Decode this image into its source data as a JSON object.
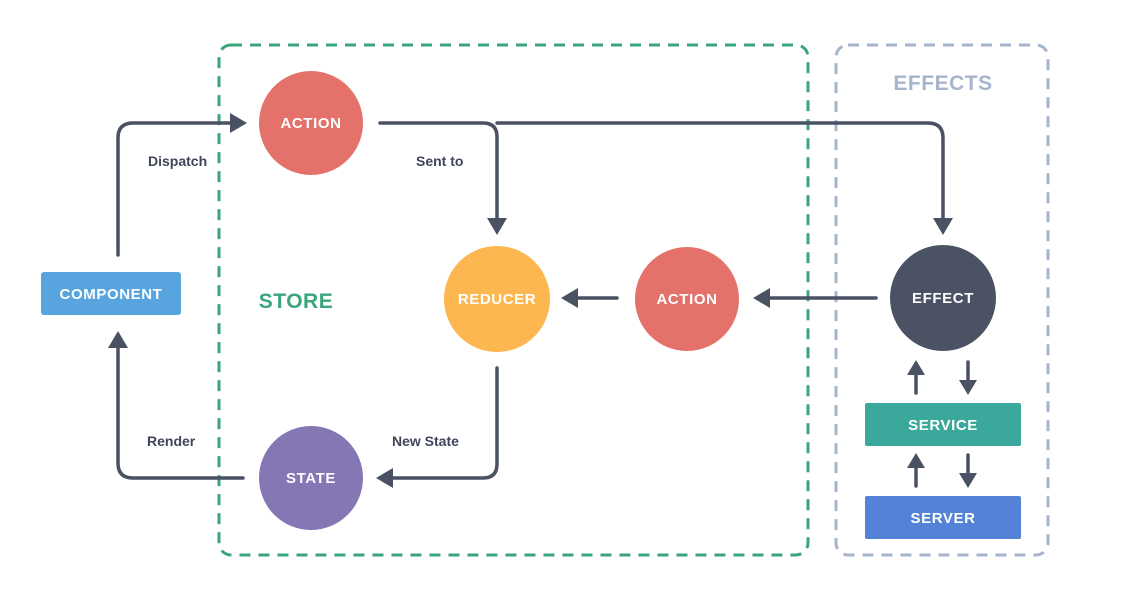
{
  "regions": {
    "store": {
      "label": "STORE",
      "color": "#3aa57a"
    },
    "effects": {
      "label": "EFFECTS",
      "color": "#a6b4cc"
    }
  },
  "nodes": {
    "component": {
      "label": "COMPONENT",
      "color": "#58a4df"
    },
    "action_top": {
      "label": "ACTION",
      "color": "#e4716a"
    },
    "reducer": {
      "label": "REDUCER",
      "color": "#fcb751"
    },
    "action_mid": {
      "label": "ACTION",
      "color": "#e4716a"
    },
    "state": {
      "label": "STATE",
      "color": "#8576b4"
    },
    "effect": {
      "label": "EFFECT",
      "color": "#4b5263"
    },
    "service": {
      "label": "SERVICE",
      "color": "#3aa89a"
    },
    "server": {
      "label": "SERVER",
      "color": "#5482d6"
    }
  },
  "edges": {
    "dispatch": "Dispatch",
    "sent_to": "Sent to",
    "new_state": "New State",
    "render": "Render"
  },
  "edge_color": "#4a5163"
}
